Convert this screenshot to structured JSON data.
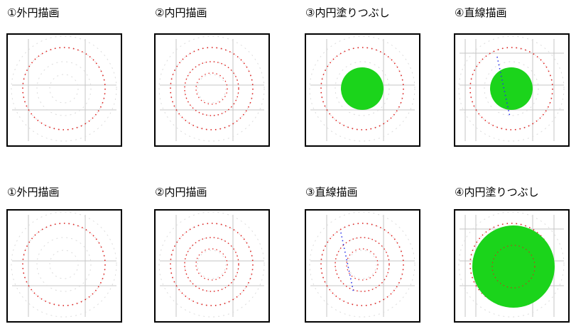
{
  "colors": {
    "panel_border": "#000000",
    "outer_circle": "#e0201e",
    "inner_circle": "#e0201e",
    "fill": "#1bd41b",
    "line": "#2b34e8",
    "guide": "#c8c8c8",
    "faint": "#dcdcdc"
  },
  "rows": [
    {
      "panels": [
        {
          "label": "①外円描画",
          "scene": "outer"
        },
        {
          "label": "②内円描画",
          "scene": "inner"
        },
        {
          "label": "③内円塗りつぶし",
          "scene": "fill"
        },
        {
          "label": "④直線描画",
          "scene": "fill-line"
        }
      ]
    },
    {
      "panels": [
        {
          "label": "①外円描画",
          "scene": "outer"
        },
        {
          "label": "②内円描画",
          "scene": "inner"
        },
        {
          "label": "③直線描画",
          "scene": "line"
        },
        {
          "label": "④内円塗りつぶし",
          "scene": "big-fill"
        }
      ]
    }
  ]
}
